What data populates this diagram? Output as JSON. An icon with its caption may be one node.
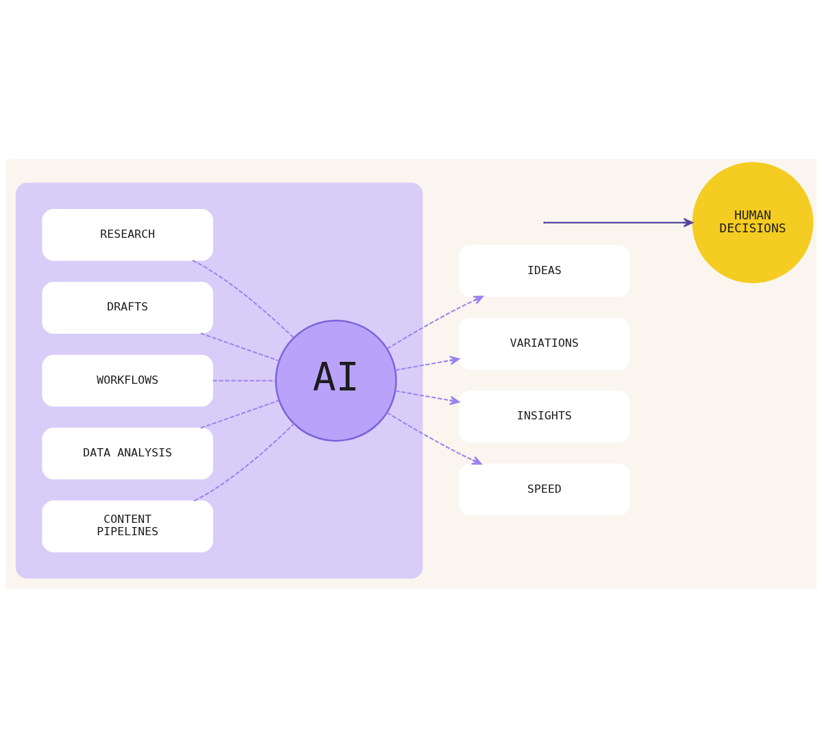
{
  "diagram": {
    "nodes": [
      {
        "text": [],
        "shape": "box"
      },
      {
        "text": [
          "RESEARCH"
        ],
        "in": 0
      },
      {
        "text": [
          "DRAFTS"
        ],
        "in": 0
      },
      {
        "text": [
          "WORKFLOWS"
        ],
        "in": 0
      },
      {
        "text": [
          "DATA ANALYSIS"
        ],
        "in": 0
      },
      {
        "text": [
          "CONTENT PIPELINES"
        ],
        "in": 0
      },
      {
        "text": [
          "AI"
        ],
        "in": 0
      },
      {
        "text": [
          "IDEAS"
        ]
      },
      {
        "text": [
          "VARIATIONS"
        ]
      },
      {
        "text": [
          "INSIGHTS"
        ]
      },
      {
        "text": [
          "SPEED"
        ]
      },
      {
        "text": [
          "HUMAN DECISIONS"
        ]
      }
    ],
    "edges": [
      {
        "from": 1,
        "to": 6,
        "arrow": "none",
        "style": "dashed"
      },
      {
        "from": 2,
        "to": 6,
        "arrow": "none",
        "style": "dashed"
      },
      {
        "from": 3,
        "to": 6,
        "arrow": "none",
        "style": "dashed"
      },
      {
        "from": 4,
        "to": 6,
        "arrow": "none",
        "style": "dashed"
      },
      {
        "from": 5,
        "to": 6,
        "arrow": "none",
        "style": "dashed"
      },
      {
        "from": 6,
        "to": 7,
        "arrow": "to",
        "style": "dashed"
      },
      {
        "from": 6,
        "to": 8,
        "arrow": "to",
        "style": "dashed"
      },
      {
        "from": 6,
        "to": 9,
        "arrow": "to",
        "style": "dashed"
      },
      {
        "from": 6,
        "to": 10,
        "arrow": "to",
        "style": "dashed"
      },
      {
        "from": null,
        "to": 11,
        "arrow": "to",
        "color": "#55479b"
      }
    ]
  }
}
